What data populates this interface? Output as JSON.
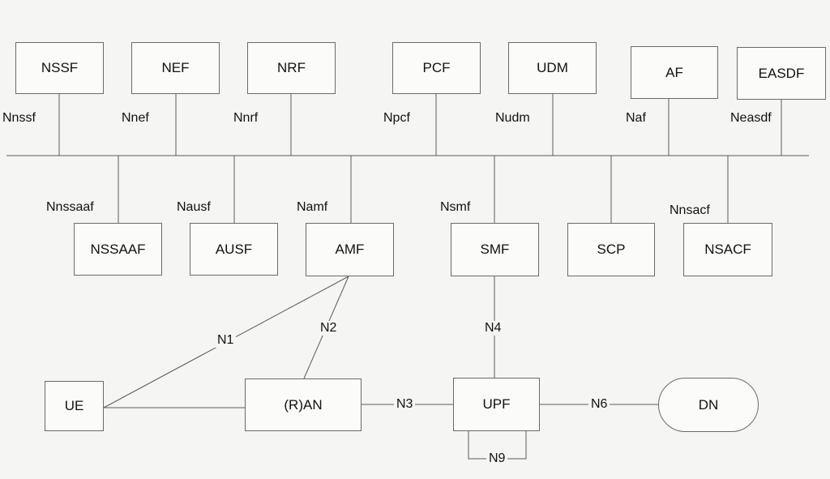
{
  "nodes": {
    "nssf": "NSSF",
    "nef": "NEF",
    "nrf": "NRF",
    "pcf": "PCF",
    "udm": "UDM",
    "af": "AF",
    "easdf": "EASDF",
    "nssaaf": "NSSAAF",
    "ausf": "AUSF",
    "amf": "AMF",
    "smf": "SMF",
    "scp": "SCP",
    "nsacf": "NSACF",
    "ue": "UE",
    "ran": "(R)AN",
    "upf": "UPF",
    "dn": "DN"
  },
  "service_interfaces": {
    "nnssf": "Nnssf",
    "nnef": "Nnef",
    "nnrf": "Nnrf",
    "npcf": "Npcf",
    "nudm": "Nudm",
    "naf": "Naf",
    "neasdf": "Neasdf",
    "nnssaaf": "Nnssaaf",
    "nausf": "Nausf",
    "namf": "Namf",
    "nsmf": "Nsmf",
    "nnsacf": "Nnsacf"
  },
  "reference_points": {
    "n1": "N1",
    "n2": "N2",
    "n3": "N3",
    "n4": "N4",
    "n6": "N6",
    "n9": "N9"
  },
  "colors": {
    "line": "#5a5a5a",
    "box_border": "#6a6a6a",
    "background": "#f5f5f3"
  }
}
